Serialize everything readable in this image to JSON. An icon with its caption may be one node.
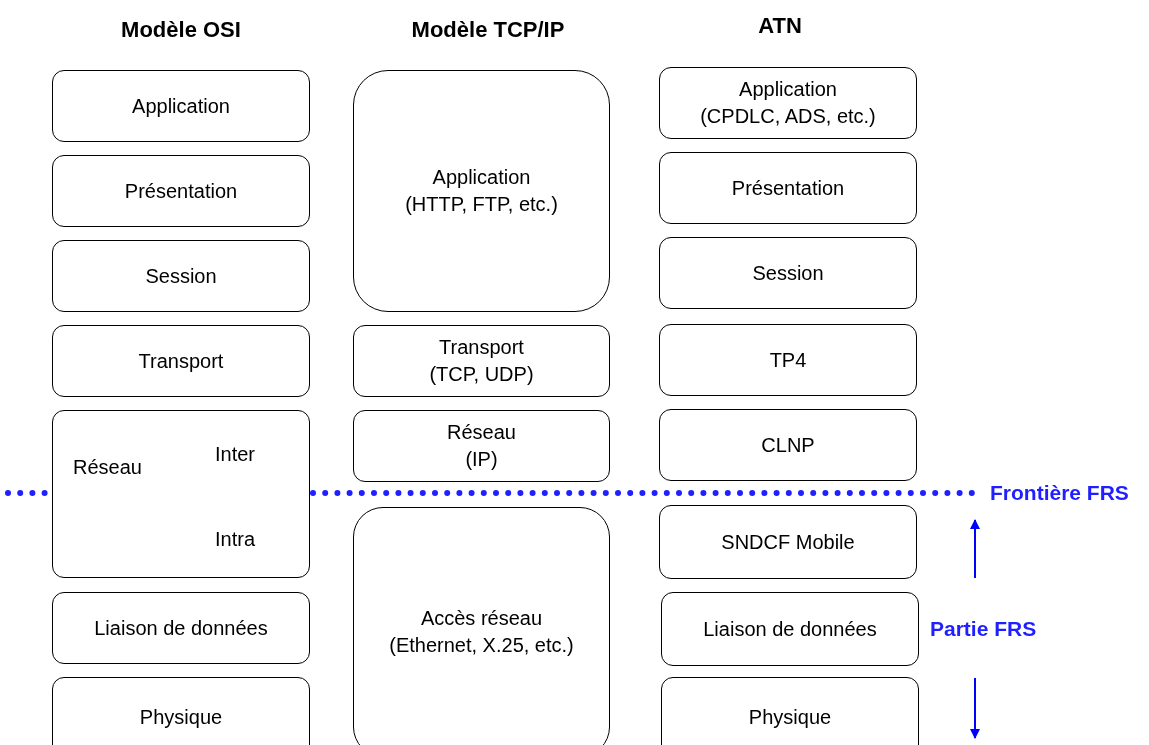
{
  "diagram": {
    "nodes": [
      {
        "text": [
          "Application"
        ]
      },
      {
        "text": [
          "Présentation"
        ]
      },
      {
        "text": [
          "Session"
        ]
      },
      {
        "text": [
          "Transport"
        ]
      },
      {
        "text": [
          "Réseau",
          "Inter",
          "Intra"
        ]
      },
      {
        "text": [
          "Liaison de données"
        ]
      },
      {
        "text": [
          "Physique"
        ]
      },
      {
        "text": [
          "Application",
          "(HTTP, FTP, etc.)"
        ]
      },
      {
        "text": [
          "Transport",
          "(TCP, UDP)"
        ]
      },
      {
        "text": [
          "Réseau",
          "(IP)"
        ]
      },
      {
        "text": [
          "Accès réseau",
          "(Ethernet, X.25, etc.)"
        ]
      },
      {
        "text": [
          "Application",
          "(CPDLC, ADS, etc.)"
        ]
      },
      {
        "text": [
          "Présentation"
        ]
      },
      {
        "text": [
          "Session"
        ]
      },
      {
        "text": [
          "TP4"
        ]
      },
      {
        "text": [
          "CLNP"
        ]
      },
      {
        "text": [
          "SNDCF Mobile"
        ]
      },
      {
        "text": [
          "Liaison de données"
        ]
      },
      {
        "text": [
          "Physique"
        ]
      }
    ],
    "edges": [],
    "labels": [
      "Modèle OSI",
      "Modèle TCP/IP",
      "ATN",
      "Frontière FRS",
      "Partie FRS"
    ]
  }
}
